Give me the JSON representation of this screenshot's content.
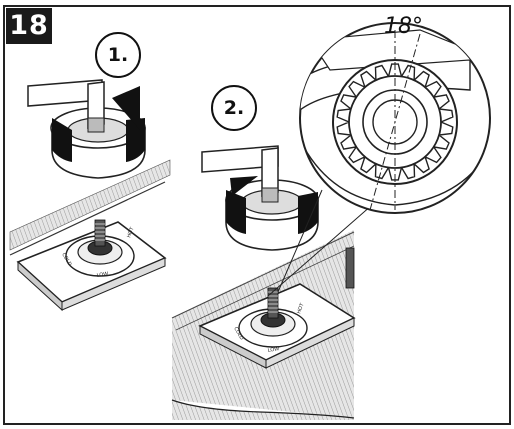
{
  "figure": {
    "step_number": "18",
    "callout_1": "1.",
    "callout_2": "2.",
    "angle_label": "18°",
    "plate_labels": [
      "COLD",
      "LOW",
      "HOT"
    ]
  }
}
